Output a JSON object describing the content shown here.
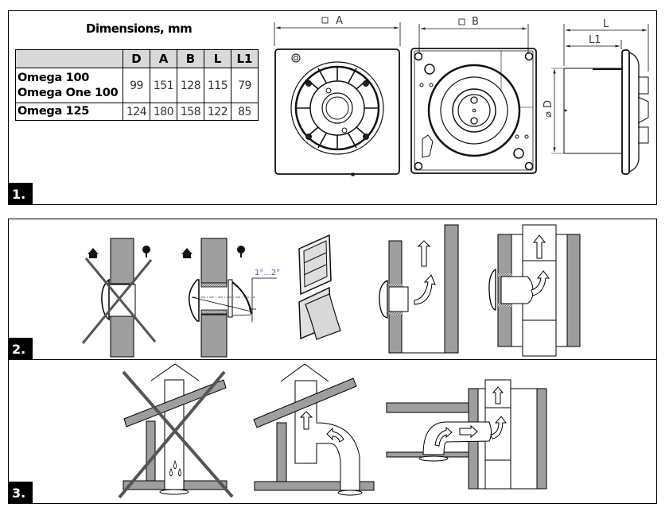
{
  "panels": [
    {
      "number": "1."
    },
    {
      "number": "2."
    },
    {
      "number": "3."
    }
  ],
  "dimensions_table": {
    "title": "Dimensions, mm",
    "columns": [
      "D",
      "A",
      "B",
      "L",
      "L1"
    ],
    "rows": [
      {
        "models": [
          "Omega 100",
          "Omega One 100"
        ],
        "values": [
          "99",
          "151",
          "128",
          "115",
          "79"
        ]
      },
      {
        "models": [
          "Omega 125"
        ],
        "values": [
          "124",
          "180",
          "158",
          "122",
          "85"
        ]
      }
    ]
  },
  "drawing_labels": {
    "front_dim": "A",
    "back_dim": "B",
    "side_total": "L",
    "side_partial": "L1",
    "diameter": "D",
    "square_symbol": "□",
    "diameter_symbol": "⌀",
    "slope_angle": "1°...2°"
  },
  "colors": {
    "wall": "#9e9e9e",
    "line": "#000000",
    "cross": "#555555",
    "label_badge": "#000000"
  }
}
